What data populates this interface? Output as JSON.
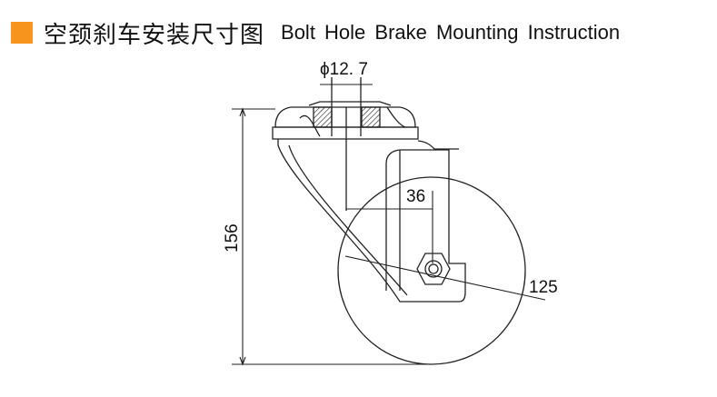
{
  "header": {
    "title_cn": "空颈刹车安装尺寸图",
    "title_en": "Bolt Hole Brake Mounting Instruction",
    "accent_color": "#f7941d"
  },
  "dimensions": {
    "bolt_hole": "ϕ12. 7",
    "offset": "36",
    "wheel_diameter": "125",
    "height": "156"
  }
}
